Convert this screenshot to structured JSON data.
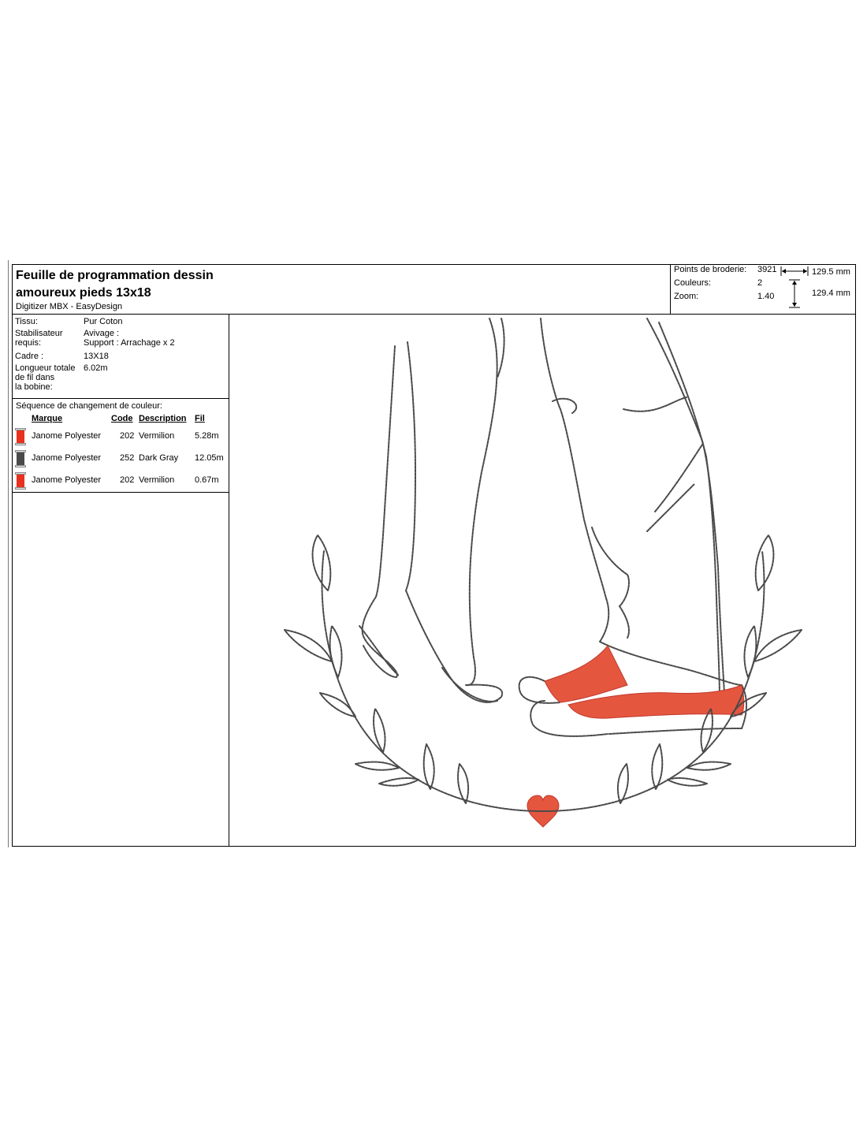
{
  "header": {
    "title_line1": "Feuille de programmation dessin",
    "title_line2": "amoureux pieds 13x18",
    "subtitle": "Digitizer MBX - EasyDesign"
  },
  "stats": {
    "stitches_label": "Points de broderie:",
    "stitches_value": "3921",
    "colors_label": "Couleurs:",
    "colors_value": "2",
    "zoom_label": "Zoom:",
    "zoom_value": "1.40",
    "width": "129.5 mm",
    "height": "129.4 mm"
  },
  "properties": {
    "fabric_label": "Tissu:",
    "fabric_value": "Pur Coton",
    "stabilizer_label_1": "Stabilisateur",
    "stabilizer_label_2": "requis:",
    "stabilizer_value_1": "Avivage :",
    "stabilizer_value_2": "Support : Arrachage x 2",
    "frame_label": "Cadre :",
    "frame_value": "13X18",
    "thread_label_1": "Longueur totale",
    "thread_label_2": "de fil dans",
    "thread_label_3": "la bobine:",
    "thread_value": "6.02m"
  },
  "sequence": {
    "title": "Séquence de changement de couleur:",
    "headers": {
      "brand": "Marque",
      "code": "Code",
      "description": "Description",
      "thread": "Fil"
    },
    "rows": [
      {
        "brand": "Janome Polyester",
        "code": "202",
        "description": "Vermilion",
        "thread": "5.28m",
        "color": "#e8311f"
      },
      {
        "brand": "Janome Polyester",
        "code": "252",
        "description": "Dark Gray",
        "thread": "12.05m",
        "color": "#4a4a4a"
      },
      {
        "brand": "Janome Polyester",
        "code": "202",
        "description": "Vermilion",
        "thread": "0.67m",
        "color": "#e8311f"
      }
    ]
  },
  "design": {
    "outline_color": "#4a4a4a",
    "fill_color": "#e5563f",
    "subject": "two-pairs-of-feet-kissing-inside-laurel-wreath-with-heart"
  }
}
